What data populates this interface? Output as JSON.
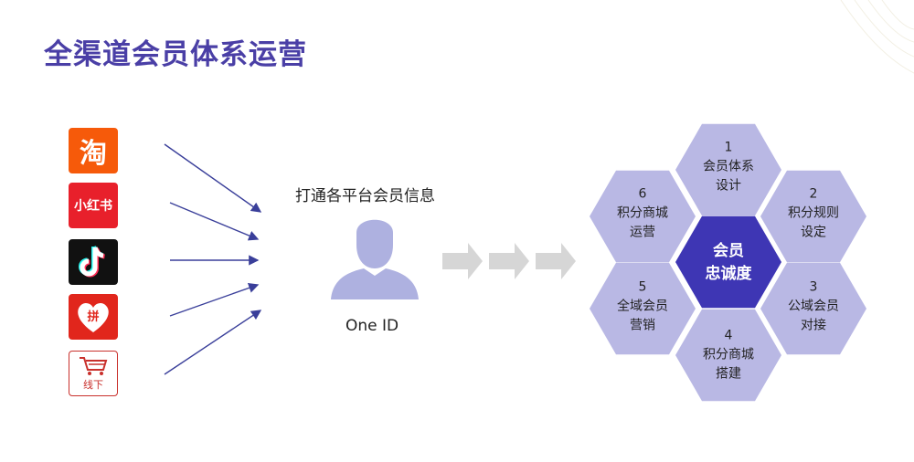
{
  "title": "全渠道会员体系运营",
  "channels": [
    {
      "icon": "taobao-logo-icon",
      "text": "淘",
      "bg": "#f65a0a",
      "fg": "#ffffff"
    },
    {
      "icon": "xiaohongshu-logo-icon",
      "text": "小红书",
      "bg": "#e8202b",
      "fg": "#ffffff"
    },
    {
      "icon": "douyin-logo-icon",
      "text": "",
      "bg": "#111111",
      "fg": "#ffffff"
    },
    {
      "icon": "pinduoduo-logo-icon",
      "text": "拼",
      "bg": "#e1261c",
      "fg": "#ffffff"
    },
    {
      "icon": "offline-cart-icon",
      "text": "线下",
      "bg": "#ffffff",
      "fg": "#c9302c"
    }
  ],
  "subtitle": "打通各平台会员信息",
  "oneid": "One ID",
  "center": {
    "line1": "会员",
    "line2": "忠诚度"
  },
  "hexes": [
    {
      "num": "1",
      "line1": "会员体系",
      "line2": "设计"
    },
    {
      "num": "2",
      "line1": "积分规则",
      "line2": "设定"
    },
    {
      "num": "3",
      "line1": "公域会员",
      "line2": "对接"
    },
    {
      "num": "4",
      "line1": "积分商城",
      "line2": "搭建"
    },
    {
      "num": "5",
      "line1": "全域会员",
      "line2": "营销"
    },
    {
      "num": "6",
      "line1": "积分商城",
      "line2": "运营"
    }
  ],
  "colors": {
    "title": "#4a3fa6",
    "hex": "#b9b8e4",
    "hex_center": "#3e36b4",
    "arrow_line": "#3a3f9a",
    "person": "#aeb1e0",
    "chevron": "#d6d6d6"
  }
}
